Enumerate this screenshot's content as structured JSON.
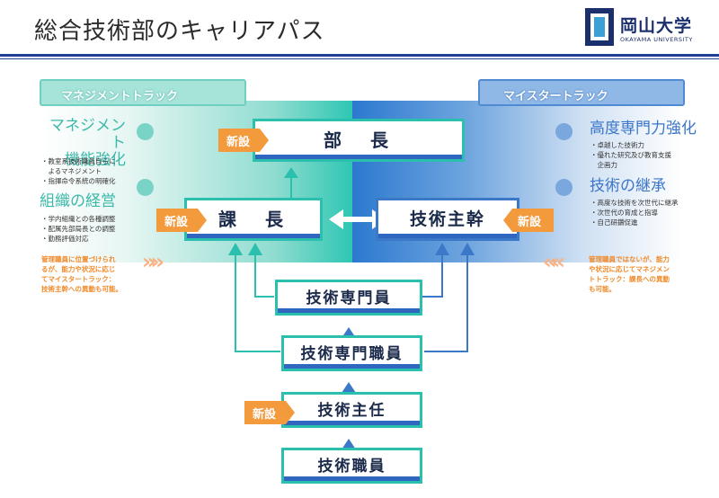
{
  "title": "総合技術部のキャリアパス",
  "logo": {
    "name": "岡山大学",
    "english": "OKAYAMA UNIVERSITY"
  },
  "tracks": {
    "management": "マネジメントトラック",
    "meister": "マイスタートラック"
  },
  "left_panel": {
    "groups": [
      {
        "heading_line1": "マネジメント",
        "heading_line2": "機能強化",
        "items": [
          "・教室系技術職員自らに",
          "　よるマネジメント",
          "・指揮命令系統の明確化"
        ]
      },
      {
        "heading_line1": "組織の経営",
        "items": [
          "・学内組織との各種調整",
          "・配属先部局長との調整",
          "・勤務評価対応"
        ]
      }
    ],
    "note": [
      "管理職員に位置づけられ",
      "るが、能力や状況に応じ",
      "てマイスタートラック：",
      "技術主幹への異動も可能。"
    ]
  },
  "right_panel": {
    "groups": [
      {
        "heading": "高度専門力強化",
        "items": [
          "・卓越した技術力",
          "・優れた研究及び教育支援",
          "　企画力"
        ]
      },
      {
        "heading": "技術の継承",
        "items": [
          "・高度な技術を次世代に継承",
          "・次世代の育成と指導",
          "・自己研鑽促進"
        ]
      }
    ],
    "note": [
      "管理職員ではないが、能力",
      "や状況に応じてマネジメン",
      "トトラック：課長への異動",
      "も可能。"
    ]
  },
  "chevrons": {
    "left": "»»",
    "right": "««"
  },
  "positions": {
    "bucho": "部　長",
    "kacho": "課　長",
    "gijutsu_shukan": "技術主幹",
    "gijutsu_senmonin": "技術専門員",
    "gijutsu_senmon_shokuin": "技術専門職員",
    "gijutsu_shunin": "技術主任",
    "gijutsu_shokuin": "技術職員"
  },
  "badges": {
    "new": "新設"
  },
  "colors": {
    "teal": "#2bbfad",
    "blue": "#3c78c8",
    "orange": "#f39a3d",
    "navy": "#1f3f95"
  }
}
